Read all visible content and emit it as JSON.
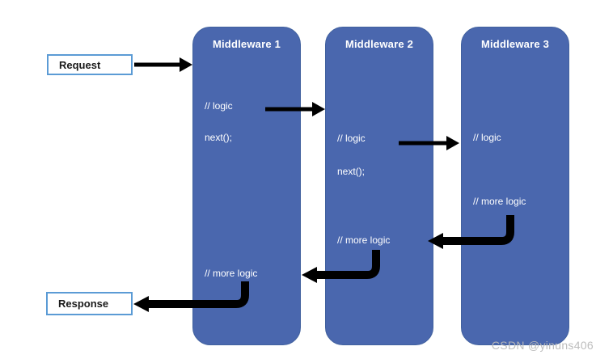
{
  "diagram": {
    "request": {
      "label": "Request"
    },
    "response": {
      "label": "Response"
    },
    "middlewares": [
      {
        "title": "Middleware 1",
        "lines": [
          "// logic",
          "next();",
          "// more logic"
        ]
      },
      {
        "title": "Middleware 2",
        "lines": [
          "// logic",
          "next();",
          "// more logic"
        ]
      },
      {
        "title": "Middleware 3",
        "lines": [
          "// logic",
          "// more logic"
        ]
      }
    ],
    "connections": [
      {
        "from": "Request",
        "to": "Middleware 1"
      },
      {
        "from": "Middleware 1 next()",
        "to": "Middleware 2"
      },
      {
        "from": "Middleware 2 next()",
        "to": "Middleware 3"
      },
      {
        "from": "Middleware 3 more logic",
        "to": "Middleware 2 more logic"
      },
      {
        "from": "Middleware 2 more logic",
        "to": "Middleware 1 more logic"
      },
      {
        "from": "Middleware 1 more logic",
        "to": "Response"
      }
    ],
    "watermark": "CSDN @yinuns406",
    "colors": {
      "middleware_fill": "#4a67ae",
      "middleware_border": "#41619e",
      "endpoint_border": "#5b9bd5",
      "arrow": "#000000"
    }
  }
}
